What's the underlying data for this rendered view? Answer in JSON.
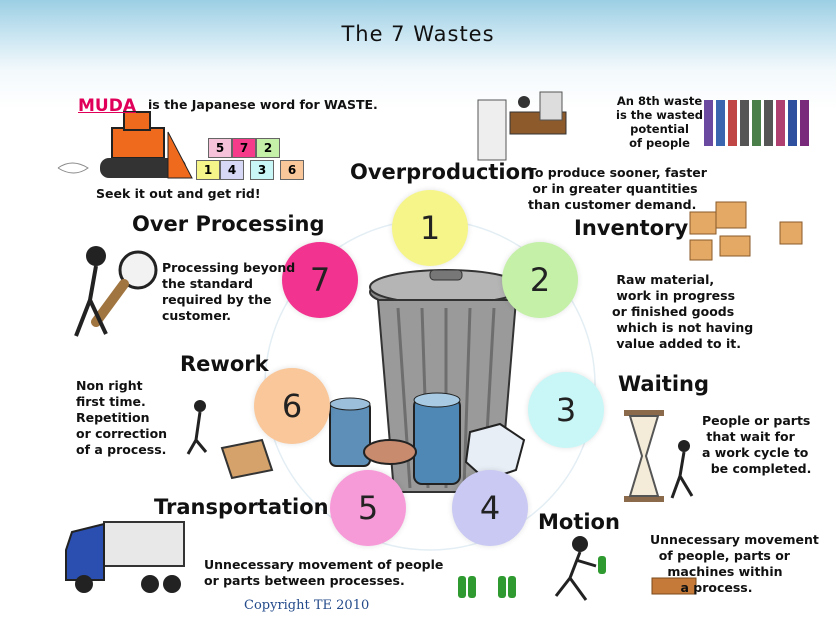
{
  "title": "The 7 Wastes",
  "muda": {
    "word": "MUDA",
    "rest": "is the Japanese word for WASTE.",
    "caption": "Seek it out and get rid!"
  },
  "blocks": {
    "top": [
      "5",
      "7",
      "2"
    ],
    "bottom": [
      "1",
      "4",
      "3",
      "6"
    ]
  },
  "eighth": "An 8th waste\nis the wasted\npotential\nof people",
  "wastes": [
    {
      "num": "1",
      "name": "Overproduction",
      "desc": "To produce sooner, faster\n or in greater quantities\nthan customer demand."
    },
    {
      "num": "2",
      "name": "Inventory",
      "desc": " Raw material,\n work in progress\nor finished goods\n which is not having\n value added to it."
    },
    {
      "num": "3",
      "name": "Waiting",
      "desc": "People or parts\n that wait for\na work cycle to\n  be completed."
    },
    {
      "num": "4",
      "name": "Motion",
      "desc": "Unnecessary movement\n  of people, parts or\n    machines within\n       a process."
    },
    {
      "num": "5",
      "name": "Transportation",
      "desc": "Unnecessary movement of people\nor parts between processes."
    },
    {
      "num": "6",
      "name": "Rework",
      "desc": "Non right\nfirst time.\nRepetition\nor correction\nof a process."
    },
    {
      "num": "7",
      "name": "Over Processing",
      "desc": "Processing beyond\nthe standard\nrequired by the\ncustomer."
    }
  ],
  "copyright": "Copyright TE 2010",
  "colors": {
    "c1": "#f5f58a",
    "c2": "#c4f0a8",
    "c3": "#c9f6f6",
    "c4": "#c9c9f3",
    "c5": "#f79ad8",
    "c6": "#f9c79a",
    "c7": "#f2338f",
    "muda": "#e0005a"
  }
}
